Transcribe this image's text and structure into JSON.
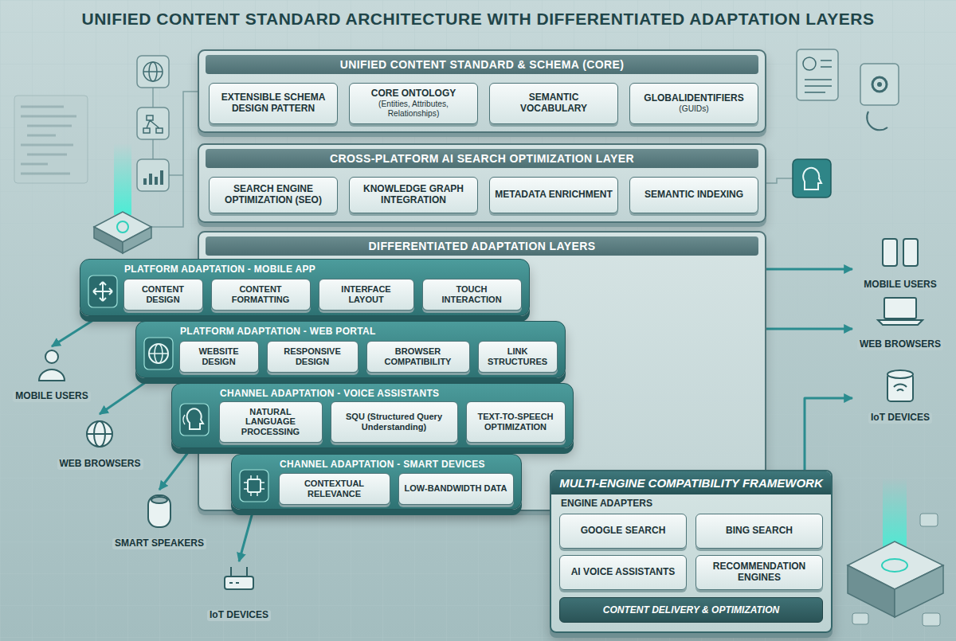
{
  "diagram": {
    "title": "UNIFIED CONTENT STANDARD ARCHITECTURE WITH DIFFERENTIATED ADAPTATION LAYERS",
    "nodes": [
      {
        "text": [
          "UNIFIED CONTENT STANDARD & SCHEMA (CORE)"
        ]
      },
      {
        "text": [
          "EXTENSIBLE SCHEMA DESIGN PATTERN"
        ],
        "in": 0
      },
      {
        "text": [
          "CORE ONTOLOGY",
          "(Entities, Attributes, Relationships)"
        ],
        "in": 0
      },
      {
        "text": [
          "SEMANTIC VOCABULARY"
        ],
        "in": 0
      },
      {
        "text": [
          "GLOBALIDENTIFIERS",
          "(GUIDs)"
        ],
        "in": 0
      },
      {
        "text": [
          "CROSS-PLATFORM AI SEARCH OPTIMIZATION LAYER"
        ]
      },
      {
        "text": [
          "SEARCH ENGINE OPTIMIZATION (SEO)"
        ],
        "in": 5
      },
      {
        "text": [
          "KNOWLEDGE GRAPH INTEGRATION"
        ],
        "in": 5
      },
      {
        "text": [
          "METADATA ENRICHMENT"
        ],
        "in": 5
      },
      {
        "text": [
          "SEMANTIC INDEXING"
        ],
        "in": 5
      },
      {
        "text": [
          "DIFFERENTIATED ADAPTATION LAYERS"
        ]
      },
      {
        "text": [
          "PLATFORM ADAPTATION - MOBILE APP"
        ],
        "in": 10
      },
      {
        "text": [
          "CONTENT FORMATTING"
        ],
        "in": 11
      },
      {
        "text": [
          "INTERFACE LAYOUT"
        ],
        "in": 11
      },
      {
        "text": [
          "TOUCH INTERACTION"
        ],
        "in": 11
      },
      {
        "text": [
          "CONTENT DESIGN"
        ],
        "in": 11
      },
      {
        "text": [
          "PLATFORM ADAPTATION - WEB PORTAL"
        ],
        "in": 10
      },
      {
        "text": [
          "RESPONSIVE DESIGN"
        ],
        "in": 16
      },
      {
        "text": [
          "BROWSER COMPATIBILITY"
        ],
        "in": 16
      },
      {
        "text": [
          "LINK STRUCTURES"
        ],
        "in": 16
      },
      {
        "text": [
          "WEBSITE DESIGN"
        ],
        "in": 16
      },
      {
        "text": [
          "CHANNEL ADAPTATION - VOICE ASSISTANTS"
        ],
        "in": 10
      },
      {
        "text": [
          "NATURAL LANGUAGE PROCESSING"
        ],
        "in": 21
      },
      {
        "text": [
          "SQU (Structured Query Understanding)"
        ],
        "in": 21
      },
      {
        "text": [
          "TEXT-TO-SPEECH OPTIMIZATION"
        ],
        "in": 21
      },
      {
        "text": [
          "CHANNEL ADAPTATION - SMART DEVICES"
        ],
        "in": 10
      },
      {
        "text": [
          "CONTEXTUAL RELEVANCE"
        ],
        "in": 25
      },
      {
        "text": [
          "LOW-BANDWIDTH DATA"
        ],
        "in": 25
      },
      {
        "text": [
          "MULTI-ENGINE COMPATIBILITY FRAMEWORK",
          "ENGINE ADAPTERS"
        ]
      },
      {
        "text": [
          "GOOGLE SEARCH"
        ],
        "in": 28
      },
      {
        "text": [
          "BING SEARCH"
        ],
        "in": 28
      },
      {
        "text": [
          "AI VOICE ASSISTANTS"
        ],
        "in": 28
      },
      {
        "text": [
          "RECOMMENDATION ENGINES"
        ],
        "in": 28
      },
      {
        "text": [
          "CONTENT DELIVERY & OPTIMIZATION"
        ],
        "in": 28
      },
      {
        "text": [
          "MOBILE USERS"
        ]
      },
      {
        "text": [
          "WEB BROWSERS"
        ]
      },
      {
        "text": [
          "IoT DEVICES"
        ]
      },
      {
        "text": [
          "MOBILE USERS"
        ]
      },
      {
        "text": [
          "WEB BROWSERS"
        ]
      },
      {
        "text": [
          "SMART SPEAKERS"
        ]
      },
      {
        "text": [
          "IoT DEVICES"
        ]
      }
    ],
    "edges": [
      {
        "from": 11,
        "to": 34,
        "arrow": "to"
      },
      {
        "from": 16,
        "to": 35,
        "arrow": "to"
      },
      {
        "from": 28,
        "to": 36,
        "arrow": "to"
      },
      {
        "from": 11,
        "to": 37,
        "arrow": "to"
      },
      {
        "from": 16,
        "to": 38,
        "arrow": "to"
      },
      {
        "from": 21,
        "to": 39,
        "arrow": "to"
      },
      {
        "from": 25,
        "to": 40,
        "arrow": "to"
      },
      {
        "from": 21,
        "to": 28,
        "arrow": "to"
      },
      {
        "from": 25,
        "to": 28,
        "arrow": "to"
      }
    ]
  }
}
